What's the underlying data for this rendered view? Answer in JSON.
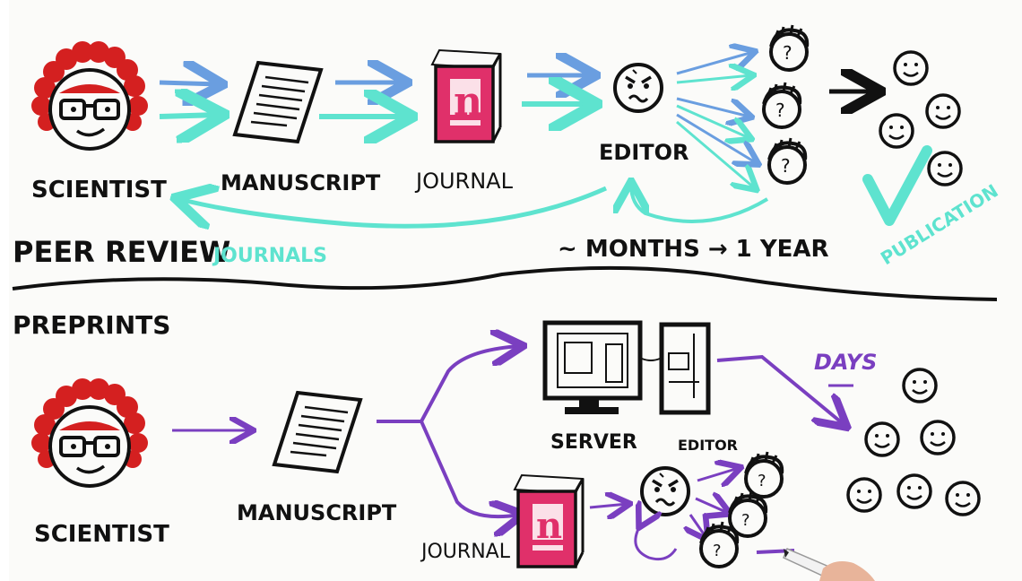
{
  "colors": {
    "ink": "#111111",
    "blue_arrow": "#6a9ee0",
    "teal_arrow": "#5ee3cf",
    "purple_arrow": "#7a3fc0",
    "hair_red": "#d42020",
    "journal_pink": "#e0306a",
    "check_teal": "#5ee3cf"
  },
  "top": {
    "scientist_label": "SCIENTIST",
    "manuscript_label": "MANUSCRIPT",
    "journal_label": "JOURNAL",
    "editor_label": "EDITOR",
    "journal_glyph": "n",
    "reviewer_glyph": "?",
    "timeline": "~ MONTHS → 1 YEAR",
    "publication_label": "PUBLICATION"
  },
  "divider": {
    "peer_review_label": "PEER REVIEW",
    "journals_label": "JOURNALS"
  },
  "bottom": {
    "preprints_label": "PREPRINTS",
    "scientist_label": "SCIENTIST",
    "manuscript_label": "MANUSCRIPT",
    "server_label": "SERVER",
    "days_label": "DAYS",
    "journal_label": "JOURNAL",
    "editor_label": "EDITOR",
    "journal_glyph": "n",
    "reviewer_glyph": "?"
  },
  "icons": {
    "scientist": "scientist-face-icon",
    "manuscript": "manuscript-page-icon",
    "journal": "journal-book-icon",
    "editor": "angry-editor-face-icon",
    "reviewer": "reviewer-question-face-icon",
    "reader": "smiling-reader-face-icon",
    "server": "computer-server-icon",
    "checkmark": "checkmark-icon",
    "marker_hand": "hand-with-marker-icon"
  }
}
